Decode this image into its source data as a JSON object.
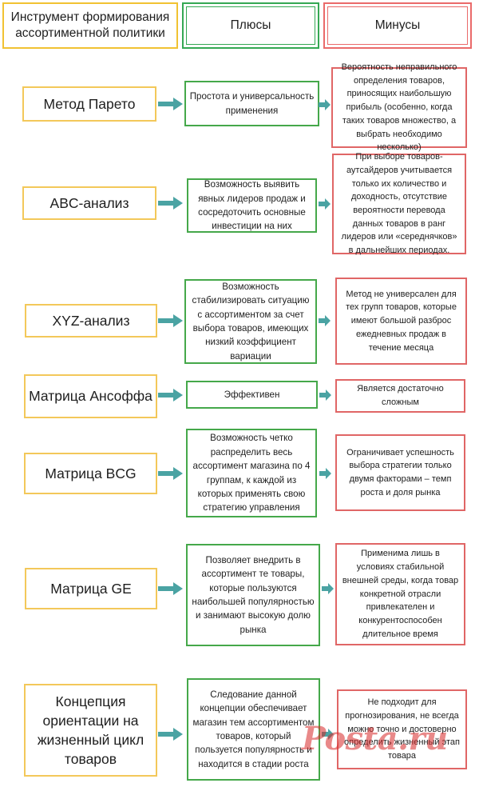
{
  "header": {
    "tool": "Инструмент формирования ассортиментной политики",
    "plus": "Плюсы",
    "minus": "Минусы"
  },
  "rows": [
    {
      "tool": "Метод Парето",
      "plus": "Простота и универсальность применения",
      "minus": "Вероятность неправильного определения товаров, приносящих наибольшую прибыль (особенно, когда таких товаров множество, а выбрать необходимо несколько)"
    },
    {
      "tool": "ABC-анализ",
      "plus": "Возможность выявить явных лидеров продаж и сосредоточить основные инвестиции на них",
      "minus": "При выборе товаров-аутсайдеров учитывается только их количество и доходность, отсутствие вероятности перевода данных товаров в ранг лидеров или «середнячков» в дальнейших периодах."
    },
    {
      "tool": "XYZ-анализ",
      "plus": "Возможность стабилизировать ситуацию с ассортиментом за счет выбора товаров, имеющих низкий коэффициент вариации",
      "minus": "Метод не универсален для тех групп товаров, которые имеют большой разброс ежедневных продаж в течение месяца"
    },
    {
      "tool": "Матрица Ансоффа",
      "plus": "Эффективен",
      "minus": "Является достаточно сложным"
    },
    {
      "tool": "Матрица BCG",
      "plus": "Возможность четко распределить весь ассортимент магазина по 4 группам, к каждой из которых применять свою стратегию управления",
      "minus": "Ограничивает успешность выбора стратегии только двумя факторами – темп роста и доля рынка"
    },
    {
      "tool": "Матрица GE",
      "plus": "Позволяет внедрить в ассортимент те товары, которые пользуются наибольшей популярностью и занимают высокую долю рынка",
      "minus": "Применима лишь в условиях стабильной внешней среды, когда товар конкретной отрасли привлекателен и конкурентоспособен длительное время"
    },
    {
      "tool": "Концепция ориентации на жизненный цикл товаров",
      "plus": "Следование данной концепции обеспечивает магазин тем ассортиментом товаров, который пользуется популярность и находится в стадии роста",
      "minus": "Не подходит для прогнозирования, не всегда можно точно и достоверно определить жизненный этап товара"
    }
  ],
  "watermark": "Posta.ru",
  "colors": {
    "tool_border": "#f3c85a",
    "plus_border": "#45a84a",
    "minus_border": "#e06666",
    "arrow": "#4aa3a3"
  }
}
